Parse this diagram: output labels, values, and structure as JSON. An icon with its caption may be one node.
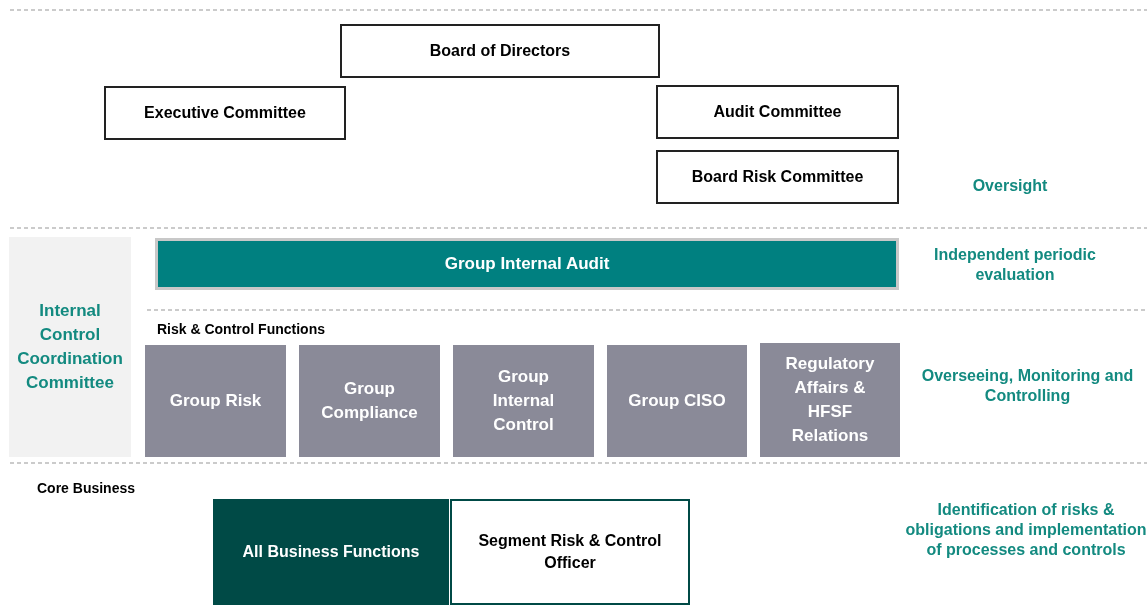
{
  "diagram": {
    "nodes": [
      {
        "text": [
          "Board of Directors"
        ]
      },
      {
        "text": [
          "Executive Committee"
        ]
      },
      {
        "text": [
          "Audit Committee"
        ]
      },
      {
        "text": [
          "Board Risk Committee"
        ]
      },
      {
        "text": [
          "Internal Control Coordination Committee"
        ]
      },
      {
        "text": [
          "Group Internal Audit"
        ]
      },
      {
        "text": [
          "Group Risk"
        ]
      },
      {
        "text": [
          "Group Compliance"
        ]
      },
      {
        "text": [
          "Group Internal Control"
        ]
      },
      {
        "text": [
          "Group CISO"
        ]
      },
      {
        "text": [
          "Regulatory Affairs & HFSF Relations"
        ]
      },
      {
        "text": [
          "All Business Functions"
        ]
      },
      {
        "text": [
          "Segment Risk & Control Officer"
        ]
      }
    ],
    "labels": [
      "Oversight",
      "Independent periodic evaluation",
      "Risk & Control Functions",
      "Overseeing, Monitoring and Controlling",
      "Core Business",
      "Identification of risks & obligations and implementation of processes and controls"
    ]
  }
}
